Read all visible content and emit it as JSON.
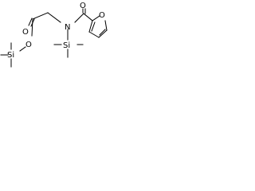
{
  "colors": {
    "bond": "#000000",
    "background": "#ffffff"
  },
  "atoms": {
    "carbonyl_o_ester": "O",
    "carbonyl_o_amide": "O",
    "ester_o": "O",
    "nitrogen": "N",
    "furan_o": "O",
    "si_left": "Si",
    "si_mid": "Si"
  }
}
